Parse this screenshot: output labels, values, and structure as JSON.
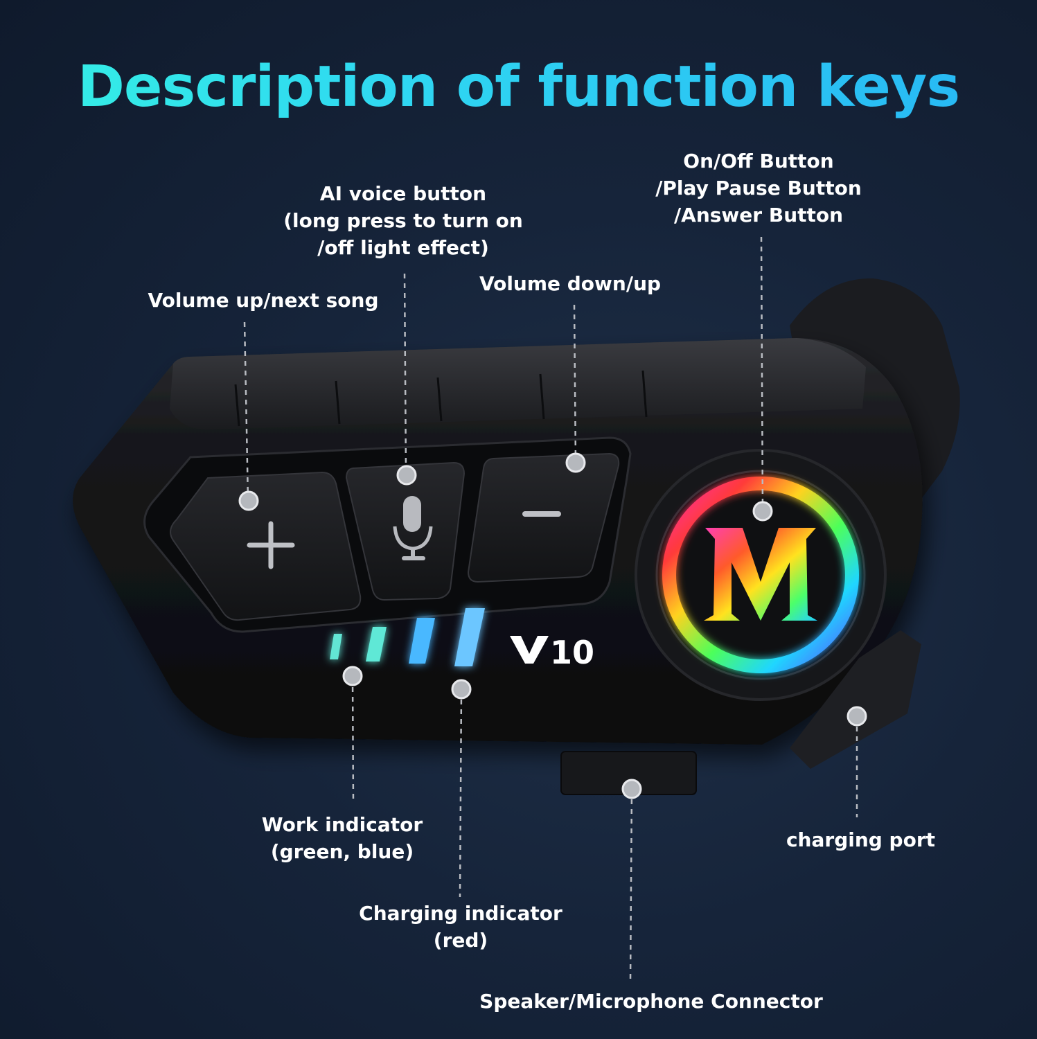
{
  "title": "Description of function keys",
  "model": "10",
  "labels": {
    "volume_up": "Volume up/next song",
    "ai_voice": [
      "AI voice button",
      "(long press to turn on",
      "/off light effect)"
    ],
    "volume_down": "Volume down/up",
    "power": [
      "On/Off Button",
      "/Play Pause Button",
      "/Answer Button"
    ],
    "work_indicator": [
      "Work indicator",
      "(green, blue)"
    ],
    "charging_indicator": [
      "Charging indicator",
      "(red)"
    ],
    "charging_port": "charging port",
    "connector": "Speaker/Microphone Connector"
  },
  "icons": [
    "plus-icon",
    "microphone-icon",
    "minus-icon",
    "v-logo-icon",
    "m-logo-icon"
  ],
  "colors": {
    "title_gradient": [
      "#35f0e4",
      "#27b6f4"
    ],
    "background": "#16243a",
    "device_body": "#111214",
    "indicator_green": "#5ee8d6",
    "indicator_blue": "#4ab8ff"
  }
}
